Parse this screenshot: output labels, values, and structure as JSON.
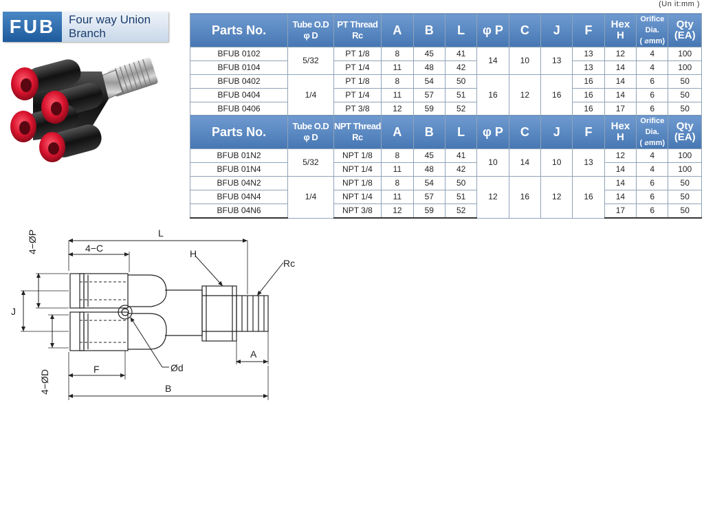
{
  "title": {
    "code": "FUB",
    "name": "Four way Union Branch"
  },
  "unit_note": "(Un it:mm )",
  "pt_table": {
    "headers": {
      "parts": "Parts No.",
      "tube_line1": "Tube O.D",
      "tube_line2": "φ D",
      "thread_line1": "PT Thread",
      "thread_line2": "Rc",
      "a": "A",
      "b": "B",
      "l": "L",
      "p": "φ P",
      "c": "C",
      "j": "J",
      "f": "F",
      "hex_line1": "Hex",
      "hex_line2": "H",
      "orifice_line1": "Orifice Dia.",
      "orifice_line2": "( ⌀mm)",
      "qty_line1": "Qty",
      "qty_line2": "(EA)"
    },
    "rows": [
      {
        "part": "BFUB 0102",
        "tube": "5/32",
        "thread": "PT 1/8",
        "a": "8",
        "b": "45",
        "l": "41",
        "p": "14",
        "c": "10",
        "j": "13",
        "f": "13",
        "h": "12",
        "orifice": "4",
        "qty": "100"
      },
      {
        "part": "BFUB 0104",
        "thread": "PT 1/4",
        "a": "11",
        "b": "48",
        "l": "42",
        "f": "13",
        "h": "14",
        "orifice": "4",
        "qty": "100"
      },
      {
        "part": "BFUB 0402",
        "tube": "1/4",
        "thread": "PT 1/8",
        "a": "8",
        "b": "54",
        "l": "50",
        "p": "16",
        "c": "12",
        "j": "16",
        "f": "16",
        "h": "14",
        "orifice": "6",
        "qty": "50"
      },
      {
        "part": "BFUB 0404",
        "thread": "PT 1/4",
        "a": "11",
        "b": "57",
        "l": "51",
        "f": "16",
        "h": "14",
        "orifice": "6",
        "qty": "50"
      },
      {
        "part": "BFUB 0406",
        "thread": "PT 3/8",
        "a": "12",
        "b": "59",
        "l": "52",
        "f": "16",
        "h": "17",
        "orifice": "6",
        "qty": "50"
      }
    ]
  },
  "npt_table": {
    "headers": {
      "parts": "Parts No.",
      "tube_line1": "Tube O.D",
      "tube_line2": "φ D",
      "thread_line1": "NPT Thread",
      "thread_line2": "Rc",
      "a": "A",
      "b": "B",
      "l": "L",
      "p": "φ P",
      "c": "C",
      "j": "J",
      "f": "F",
      "hex_line1": "Hex",
      "hex_line2": "H",
      "orifice_line1": "Orifice Dia.",
      "orifice_line2": "( ⌀mm)",
      "qty_line1": "Qty",
      "qty_line2": "(EA)"
    },
    "rows": [
      {
        "part": "BFUB 01N2",
        "tube": "5/32",
        "thread": "NPT 1/8",
        "a": "8",
        "b": "45",
        "l": "41",
        "p": "10",
        "c": "14",
        "j": "10",
        "f": "13",
        "h": "12",
        "orifice": "4",
        "qty": "100"
      },
      {
        "part": "BFUB 01N4",
        "thread": "NPT 1/4",
        "a": "11",
        "b": "48",
        "l": "42",
        "h": "14",
        "orifice": "4",
        "qty": "100"
      },
      {
        "part": "BFUB 04N2",
        "tube": "1/4",
        "thread": "NPT 1/8",
        "a": "8",
        "b": "54",
        "l": "50",
        "p": "12",
        "c": "16",
        "j": "12",
        "f": "16",
        "h": "14",
        "orifice": "6",
        "qty": "50"
      },
      {
        "part": "BFUB 04N4",
        "thread": "NPT 1/4",
        "a": "11",
        "b": "57",
        "l": "51",
        "h": "14",
        "orifice": "6",
        "qty": "50"
      },
      {
        "part": "BFUB 04N6",
        "thread": "NPT 3/8",
        "a": "12",
        "b": "59",
        "l": "52",
        "h": "17",
        "orifice": "6",
        "qty": "50"
      }
    ]
  },
  "drawing_labels": {
    "l": "L",
    "four_c": "4−C",
    "four_p": "4−ØP",
    "h": "H",
    "rc": "Rc",
    "j": "J",
    "a": "A",
    "f": "F",
    "d_small": "Ød",
    "four_d": "4−ØD",
    "b": "B"
  },
  "colors": {
    "header_blue": "#4f80bd",
    "title_blue": "#1d5b9c",
    "fitting_red": "#e0203a",
    "fitting_black": "#1a1a1a"
  }
}
